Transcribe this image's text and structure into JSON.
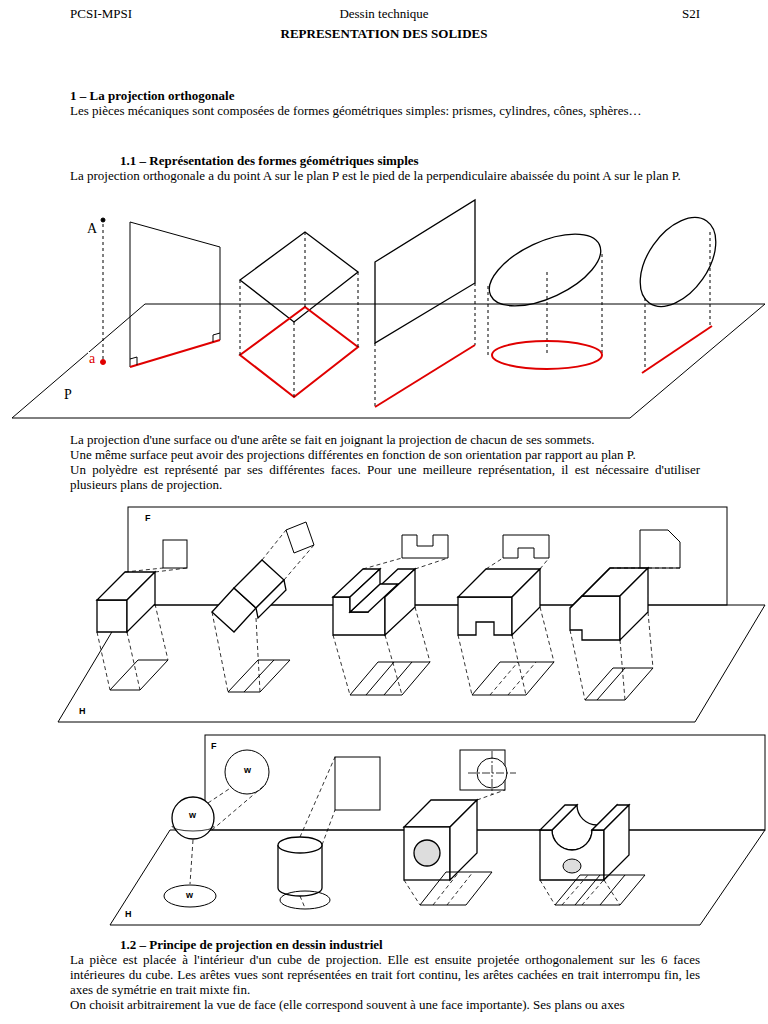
{
  "diagram": {
    "title": "REPRESENTATION DES SOLIDES",
    "labels": [
      "PCSI-MPSI",
      "Dessin technique",
      "S2I",
      "1 – La projection orthogonale",
      "Les pièces mécaniques sont composées de formes géométriques simples: prismes, cylindres, cônes, sphères…",
      "1.1 – Représentation des formes géométriques simples",
      "La projection orthogonale a du point A sur le plan P est le pied de la perpendiculaire abaissée du point A sur le plan P.",
      "A",
      "a",
      "P",
      "La projection d'une surface ou d'une arête se fait en joignant la projection de chacun de ses sommets.",
      "Une même surface peut avoir des projections différentes en fonction de son orientation par rapport au plan P.",
      "Un polyèdre est représenté par ses différentes faces. Pour une meilleure représentation, il est nécessaire d'utiliser plusieurs plans de projection.",
      "F",
      "H",
      "F",
      "w",
      "w",
      "w",
      "H",
      "1.2 – Principe de projection en dessin industriel",
      "La pièce est placée à l'intérieur d'un cube de projection. Elle est ensuite projetée orthogonalement sur les 6 faces intérieures du cube. Les arêtes vues sont représentées en trait fort continu, les arêtes cachées en trait interrompu fin, les axes de symétrie en trait mixte fin.",
      "On choisit arbitrairement la vue de face (elle correspond souvent à une face importante). Ses plans ou axes"
    ]
  }
}
